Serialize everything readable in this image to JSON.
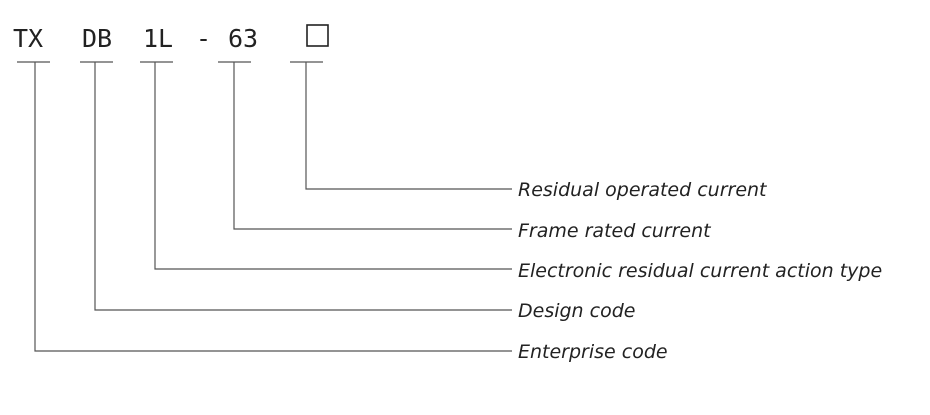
{
  "model_code": {
    "segments": [
      "TX",
      "DB",
      "1L",
      "-",
      "63"
    ],
    "placeholder_symbol": "□"
  },
  "labels": [
    "Residual operated current",
    "Frame rated current",
    "Electronic residual current action type",
    "Design code",
    "Enterprise code"
  ]
}
